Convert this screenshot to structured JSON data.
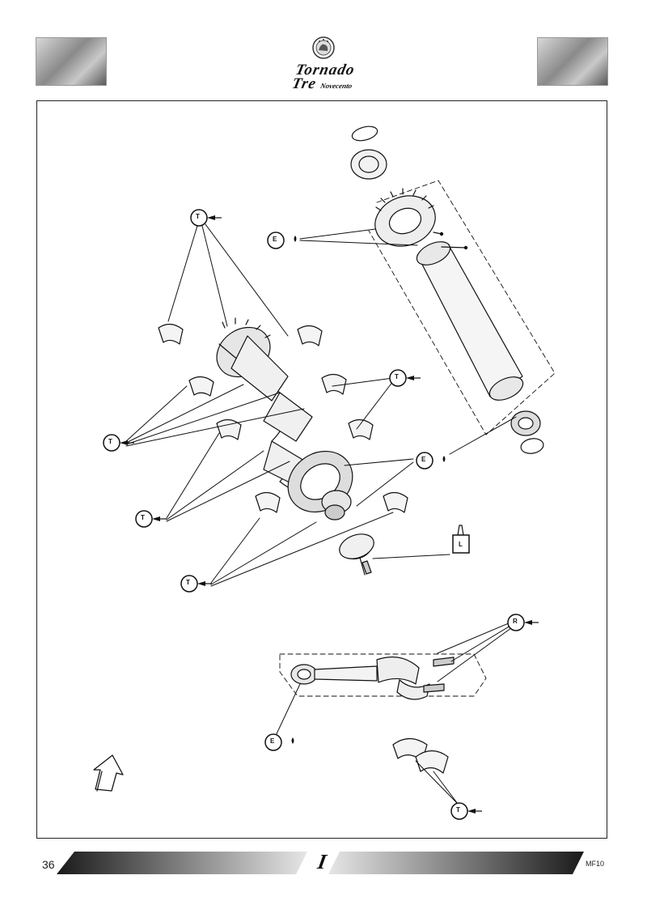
{
  "header": {
    "brand_line1": "Tornado",
    "brand_line2": "Tre",
    "brand_sub": "Novecento",
    "emblem_icon": "benelli-lion-emblem"
  },
  "diagram": {
    "callouts": [
      {
        "id": "t1",
        "letter": "T"
      },
      {
        "id": "e1",
        "letter": "E"
      },
      {
        "id": "t2",
        "letter": "T"
      },
      {
        "id": "t3",
        "letter": "T"
      },
      {
        "id": "e2",
        "letter": "E"
      },
      {
        "id": "t4",
        "letter": "T"
      },
      {
        "id": "l1",
        "letter": "L"
      },
      {
        "id": "t5",
        "letter": "T"
      },
      {
        "id": "r1",
        "letter": "R"
      },
      {
        "id": "e3",
        "letter": "E"
      },
      {
        "id": "t6",
        "letter": "T"
      }
    ],
    "front_arrow_icon": "front-direction-arrow-icon"
  },
  "footer": {
    "page_number": "36",
    "code": "MF10",
    "section_mark": "I"
  },
  "colors": {
    "ink": "#111111",
    "frame": "#222222",
    "band_dark": "#1a1a1a",
    "band_light": "#e6e6e6"
  }
}
